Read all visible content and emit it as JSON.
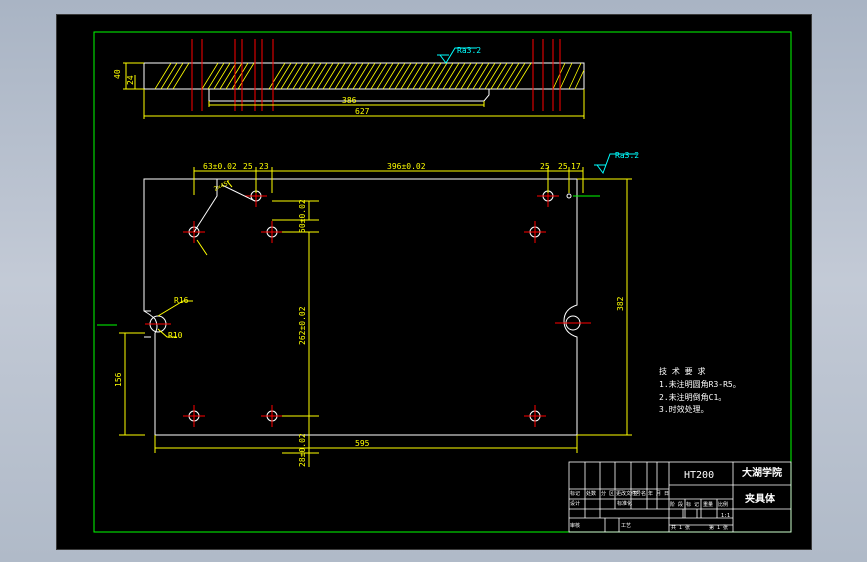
{
  "colors": {
    "background": "#000000",
    "frame": "#00ff00",
    "outline": "#ffffff",
    "hatch": "#ffff00",
    "dimension": "#ffff00",
    "centerline": "#ff0000",
    "symbol": "#00ffff"
  },
  "top_view": {
    "dim_40": "40",
    "dim_24": "24",
    "dim_386": "386",
    "dim_627": "627",
    "roughness": "Ra3.2"
  },
  "plan_view": {
    "dim_63": "63±0.02",
    "dim_25a": "25",
    "dim_23": "23",
    "dim_396": "396±0.02",
    "dim_25b": "25",
    "dim_25c": "25",
    "dim_17": "17",
    "roughness": "Ra3.2",
    "dim_50": "50±0.02",
    "dim_262": "262±0.02",
    "dim_382": "382",
    "dim_156": "156",
    "dim_595": "595",
    "dim_28": "28±0.02",
    "r16": "R16",
    "r10": "R10",
    "chamfer_note": "2×45°"
  },
  "tech_requirements": {
    "title": "技 术 要 求",
    "items": [
      "1.未注明圆角R3-R5。",
      "2.未注明倒角C1。",
      "3.时效处理。"
    ]
  },
  "title_block": {
    "material": "HT200",
    "school": "大湖学院",
    "part_name": "夹具体",
    "scale": "1:1",
    "row_labels": [
      "标记",
      "处数",
      "分 区",
      "更改文件号",
      "签 名",
      "年 月 日"
    ],
    "design_labels": [
      "设计",
      "标准化"
    ],
    "check_labels": [
      "审核",
      "工艺"
    ],
    "stage_labels": [
      "阶 段 标 记",
      "重量",
      "比例"
    ],
    "sheet_labels": [
      "共 1 张",
      "第 1 张"
    ]
  }
}
